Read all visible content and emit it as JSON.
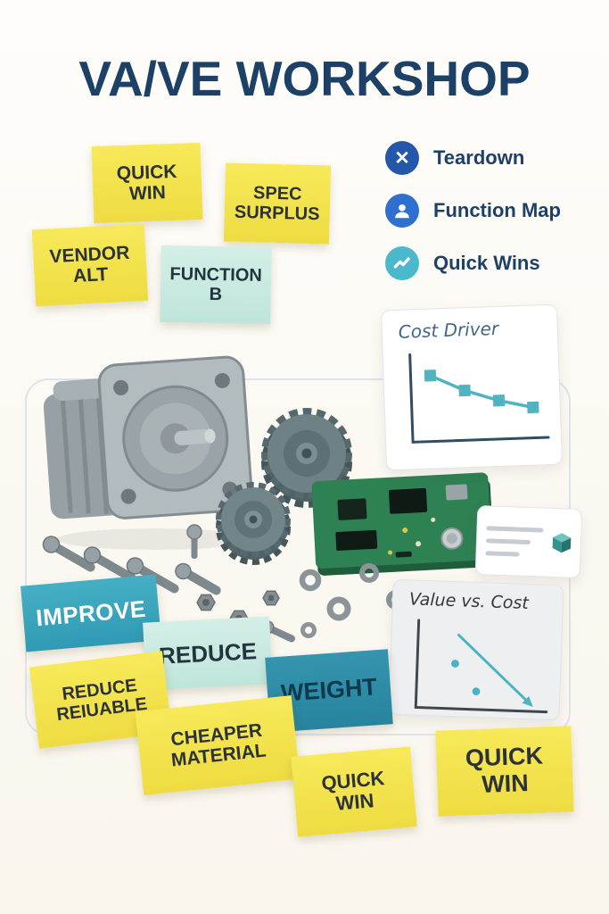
{
  "title": "VA/VE WORKSHOP",
  "colors": {
    "title_navy": "#1d4066",
    "sticky_yellow": "#f2e24c",
    "sticky_mint": "#c9ebe1",
    "sticky_teal_mid": "#3ba8bf",
    "sticky_teal_dark": "#2e8ca8",
    "accent_teal": "#4fb3c1",
    "legend_blue_1": "#2457ab",
    "legend_blue_2": "#2e6fd0",
    "legend_teal": "#49b9cb",
    "pcb_green": "#2e8153",
    "metal_gray": "#a8b1b4"
  },
  "legend": {
    "items": [
      {
        "label": "Teardown",
        "icon": "x-circle-icon",
        "color": "#2457ab"
      },
      {
        "label": "Function Map",
        "icon": "person-circle-icon",
        "color": "#2e6fd0"
      },
      {
        "label": "Quick Wins",
        "icon": "trend-check-circle-icon",
        "color": "#49b9cb"
      }
    ]
  },
  "sticky_notes": {
    "top": [
      {
        "label": "QUICK WIN",
        "color": "#f2e24c"
      },
      {
        "label": "SPEC SURPLUS",
        "color": "#f2e24c"
      },
      {
        "label": "VENDOR ALT",
        "color": "#f2e24c"
      },
      {
        "label": "FUNCTION B",
        "color": "#c9ebe1"
      }
    ],
    "bottom": [
      {
        "label": "IMPROVE",
        "color": "#3ba8bf",
        "text_color": "#ffffff"
      },
      {
        "label": "REDUCE",
        "color": "#c9ebe1",
        "text_color": "#22343c"
      },
      {
        "label": "WEIGHT",
        "color": "#2e8ca8",
        "text_color": "#0f3a4d"
      },
      {
        "label": "REDUCE REIUABLE",
        "color": "#f2e24c",
        "text_color": "#2b3238"
      },
      {
        "label": "CHEAPER MATERIAL",
        "color": "#f2e24c",
        "text_color": "#2b3238"
      },
      {
        "label": "QUICK WIN",
        "color": "#f2e24c",
        "text_color": "#2b3238"
      },
      {
        "label": "QUICK WIN",
        "color": "#f2e24c",
        "text_color": "#2b3238"
      }
    ]
  },
  "charts": {
    "cost_driver": {
      "title": "Cost Driver",
      "type": "line",
      "x": [
        1,
        2,
        3,
        4
      ],
      "values": [
        82,
        62,
        48,
        38
      ],
      "ylim": [
        0,
        100
      ],
      "marker": "square",
      "color": "#4fb3c1",
      "axis_color": "#2f4d66",
      "grid": false
    },
    "value_vs_cost": {
      "title": "Value vs. Cost",
      "type": "scatter",
      "points": [
        [
          0.28,
          0.55
        ],
        [
          0.45,
          0.22
        ]
      ],
      "arrow": {
        "from": [
          0.3,
          0.9
        ],
        "to": [
          0.85,
          0.12
        ]
      },
      "color": "#49b3c4",
      "axis_color": "#3f474c",
      "grid": false
    },
    "notes_card": {
      "type": "list-thumbnail",
      "lines": 3,
      "cube_color": "#35938c"
    }
  },
  "illustration": {
    "parts": [
      "gearbox-housing",
      "spur-gear-large",
      "spur-gear-small",
      "circuit-board",
      "bolts",
      "hex-nuts",
      "washers"
    ]
  }
}
